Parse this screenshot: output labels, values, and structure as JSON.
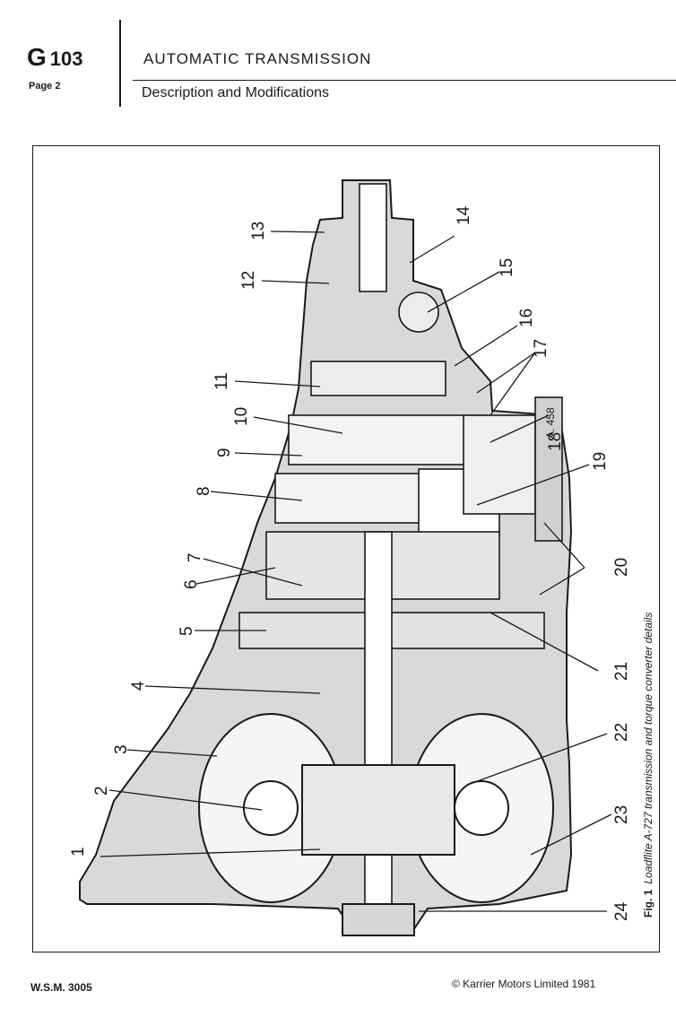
{
  "header": {
    "section_letter": "G",
    "section_number": "103",
    "page_label": "Page 2",
    "title": "AUTOMATIC TRANSMISSION",
    "subtitle": "Description and Modifications"
  },
  "figure": {
    "reference": "A. 458",
    "caption_prefix": "Fig. 1",
    "caption_text": "Loadflite A-727 transmission and torque converter details",
    "callouts": [
      "1",
      "2",
      "3",
      "4",
      "5",
      "6",
      "7",
      "8",
      "9",
      "10",
      "11",
      "12",
      "13",
      "14",
      "15",
      "16",
      "17",
      "18",
      "19",
      "20",
      "21",
      "22",
      "23",
      "24"
    ]
  },
  "footer": {
    "doc_ref": "W.S.M. 3005",
    "copyright": "©  Karrier Motors Limited 1981"
  }
}
